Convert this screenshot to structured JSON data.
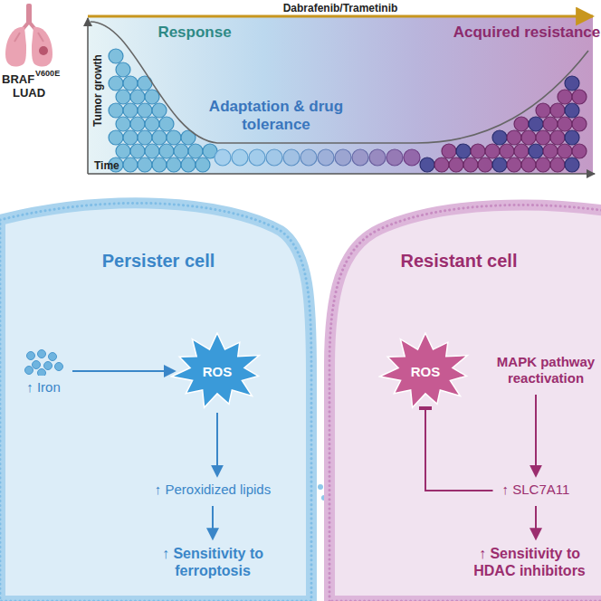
{
  "diagram": {
    "nodes": [
      {
        "text": [
          "Persister cell"
        ]
      },
      {
        "text": [
          "↑ Iron"
        ],
        "in": 0
      },
      {
        "text": [
          "ROS"
        ],
        "in": 0
      },
      {
        "text": [
          "↑ Peroxidized lipids"
        ],
        "in": 0
      },
      {
        "text": [
          "↑ Sensitivity to ferroptosis"
        ],
        "in": 0
      },
      {
        "text": [
          "Resistant cell"
        ]
      },
      {
        "text": [
          "ROS"
        ],
        "in": 5
      },
      {
        "text": [
          "MAPK pathway reactivation"
        ],
        "in": 5
      },
      {
        "text": [
          "↑ SLC7A11"
        ],
        "in": 5
      },
      {
        "text": [
          "↑ Sensitivity to HDAC inhibitors"
        ],
        "in": 5
      }
    ],
    "edges": [
      {
        "from": 1,
        "to": 2,
        "arrow": "to"
      },
      {
        "from": 2,
        "to": 3,
        "arrow": "to"
      },
      {
        "from": 3,
        "to": 4,
        "arrow": "to"
      },
      {
        "from": 7,
        "to": 8,
        "arrow": "to"
      },
      {
        "from": 8,
        "to": 6,
        "arrow": "to"
      },
      {
        "from": 8,
        "to": 9,
        "arrow": "to"
      }
    ],
    "labels": [
      "Dabrafenib/Trametinib",
      "Tumor growth",
      "Time",
      "Response",
      "Adaptation & drug tolerance",
      "Acquired resistance",
      "BRAF",
      "V600E",
      "LUAD"
    ]
  }
}
